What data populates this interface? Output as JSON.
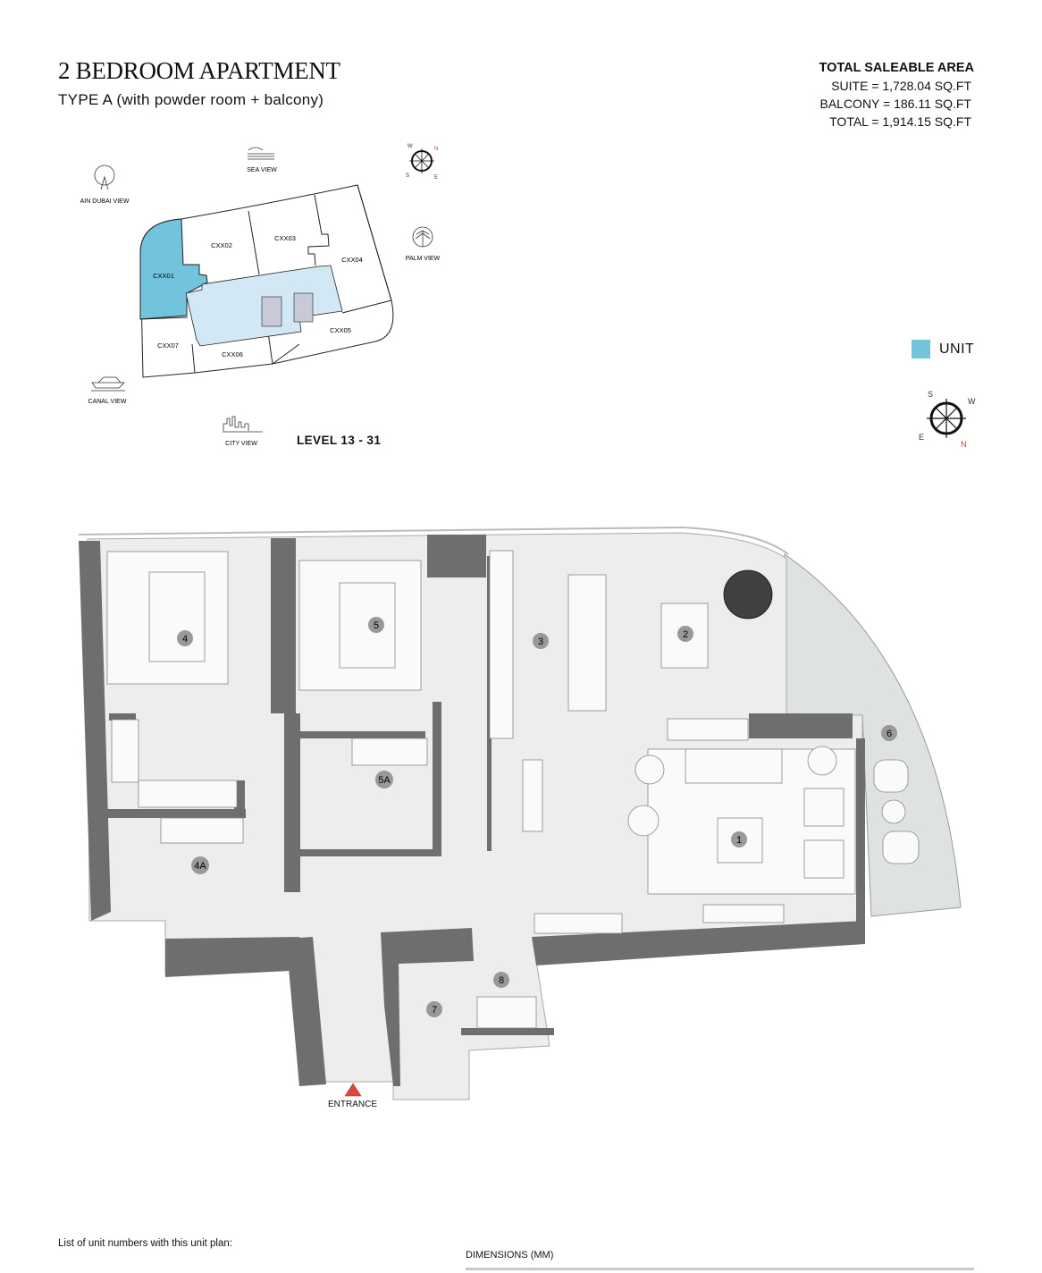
{
  "header": {
    "title": "2 BEDROOM APARTMENT",
    "subtitle": "TYPE A (with powder room + balcony)"
  },
  "area": {
    "heading": "TOTAL SALEABLE AREA",
    "suite": "SUITE = 1,728.04  SQ.FT",
    "balcony": "BALCONY = 186.11  SQ.FT",
    "total": "TOTAL = 1,914.15  SQ.FT"
  },
  "legend": {
    "label": "UNIT",
    "color": "#72c4dd"
  },
  "key_plan": {
    "views": {
      "sea": "SEA VIEW",
      "ain_dubai": "AIN DUBAI VIEW",
      "palm": "PALM VIEW",
      "canal": "CANAL VIEW",
      "city": "CITY VIEW"
    },
    "units": [
      "CXX01",
      "CXX02",
      "CXX03",
      "CXX04",
      "CXX05",
      "CXX06",
      "CXX07"
    ],
    "level": "LEVEL 13 - 31",
    "compass": {
      "n": "N",
      "s": "S",
      "e": "E",
      "w": "W"
    }
  },
  "plan": {
    "rooms": [
      "1",
      "2",
      "3",
      "4",
      "5",
      "6",
      "7",
      "8",
      "4A",
      "5A"
    ],
    "entrance": "ENTRANCE"
  },
  "footer": {
    "list_label": "List of unit numbers with this unit plan:",
    "dimensions": "DIMENSIONS (MM)"
  },
  "colors": {
    "wall": "#6e6e70",
    "floor": "#ededed",
    "balcony": "#dfe3e0",
    "unit": "#72c4dd",
    "core": "#d3e8f5"
  }
}
